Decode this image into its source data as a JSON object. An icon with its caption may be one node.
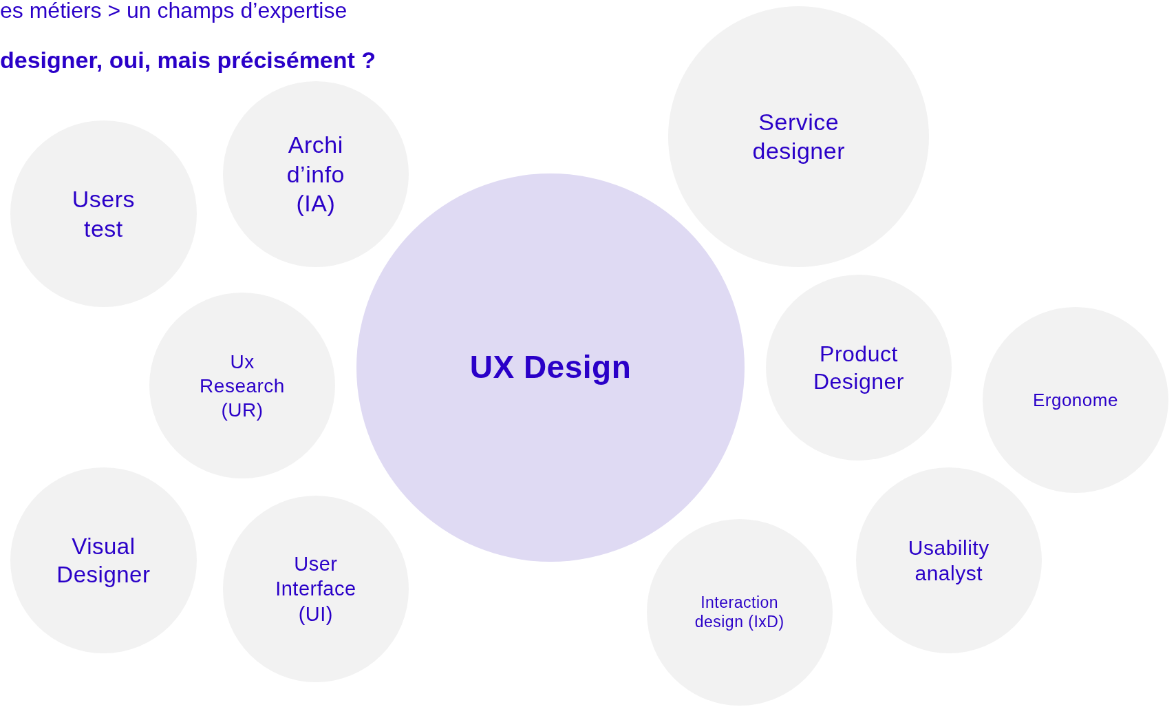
{
  "diagram": {
    "title": "designer, oui, mais précisément ?",
    "nodes": [
      {
        "text": [
          "Service designer"
        ]
      },
      {
        "text": [
          "Archi d’info (IA)"
        ]
      },
      {
        "text": [
          "Users test"
        ]
      },
      {
        "text": [
          "UX Design"
        ]
      },
      {
        "text": [
          "Ux Research (UR)"
        ]
      },
      {
        "text": [
          "Product Designer"
        ]
      },
      {
        "text": [
          "Ergonome"
        ]
      },
      {
        "text": [
          "Visual Designer"
        ]
      },
      {
        "text": [
          "Usability analyst"
        ]
      },
      {
        "text": [
          "User Interface (UI)"
        ]
      },
      {
        "text": [
          "Interaction design (IxD)"
        ]
      }
    ],
    "labels": [
      "es métiers > un champs d’expertise"
    ]
  }
}
